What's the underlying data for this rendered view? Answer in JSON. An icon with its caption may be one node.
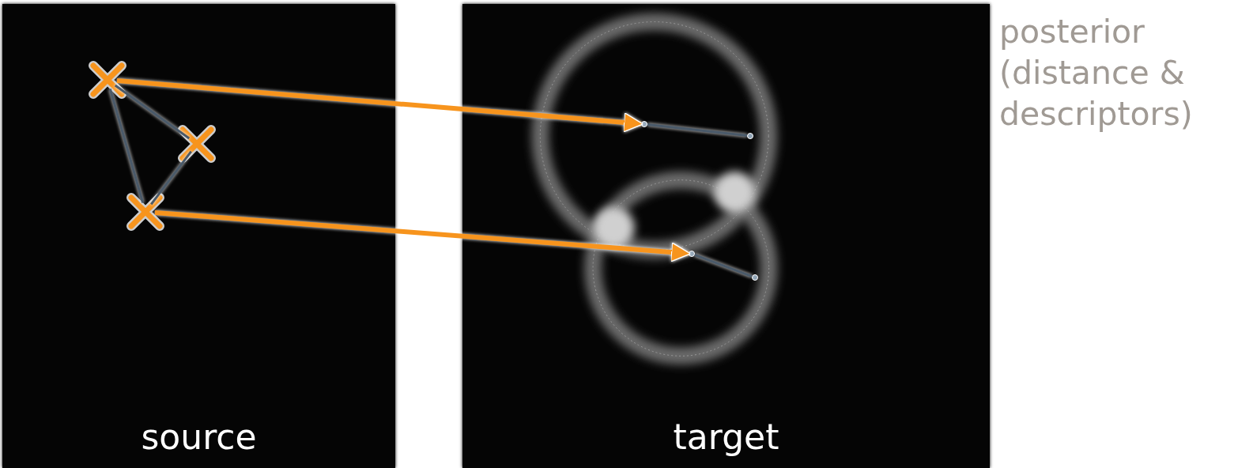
{
  "diagram": {
    "nodes": [
      {
        "text": [
          "source"
        ]
      },
      {
        "text": [],
        "shape": "cross",
        "in": 0
      },
      {
        "text": [],
        "shape": "cross",
        "in": 0
      },
      {
        "text": [],
        "shape": "cross",
        "in": 0
      },
      {
        "text": [
          "target"
        ]
      },
      {
        "text": [],
        "shape": "dot",
        "in": 4
      },
      {
        "text": [],
        "shape": "dot",
        "in": 4
      },
      {
        "text": [],
        "shape": "dot",
        "in": 4
      },
      {
        "text": [],
        "shape": "dot",
        "in": 4
      }
    ],
    "edges": [
      {
        "from": 1,
        "to": 2,
        "arrow": "none"
      },
      {
        "from": 2,
        "to": 3,
        "arrow": "none"
      },
      {
        "from": 1,
        "to": 3,
        "arrow": "none"
      },
      {
        "from": 1,
        "to": 5,
        "arrow": "to",
        "style": "thick",
        "color": "#f7941d"
      },
      {
        "from": 3,
        "to": 7,
        "arrow": "to",
        "style": "thick",
        "color": "#f7941d"
      },
      {
        "from": 5,
        "to": 6,
        "arrow": "none"
      },
      {
        "from": 7,
        "to": 8,
        "arrow": "none"
      }
    ],
    "labels": [
      "posterior (distance & descriptors)"
    ]
  }
}
